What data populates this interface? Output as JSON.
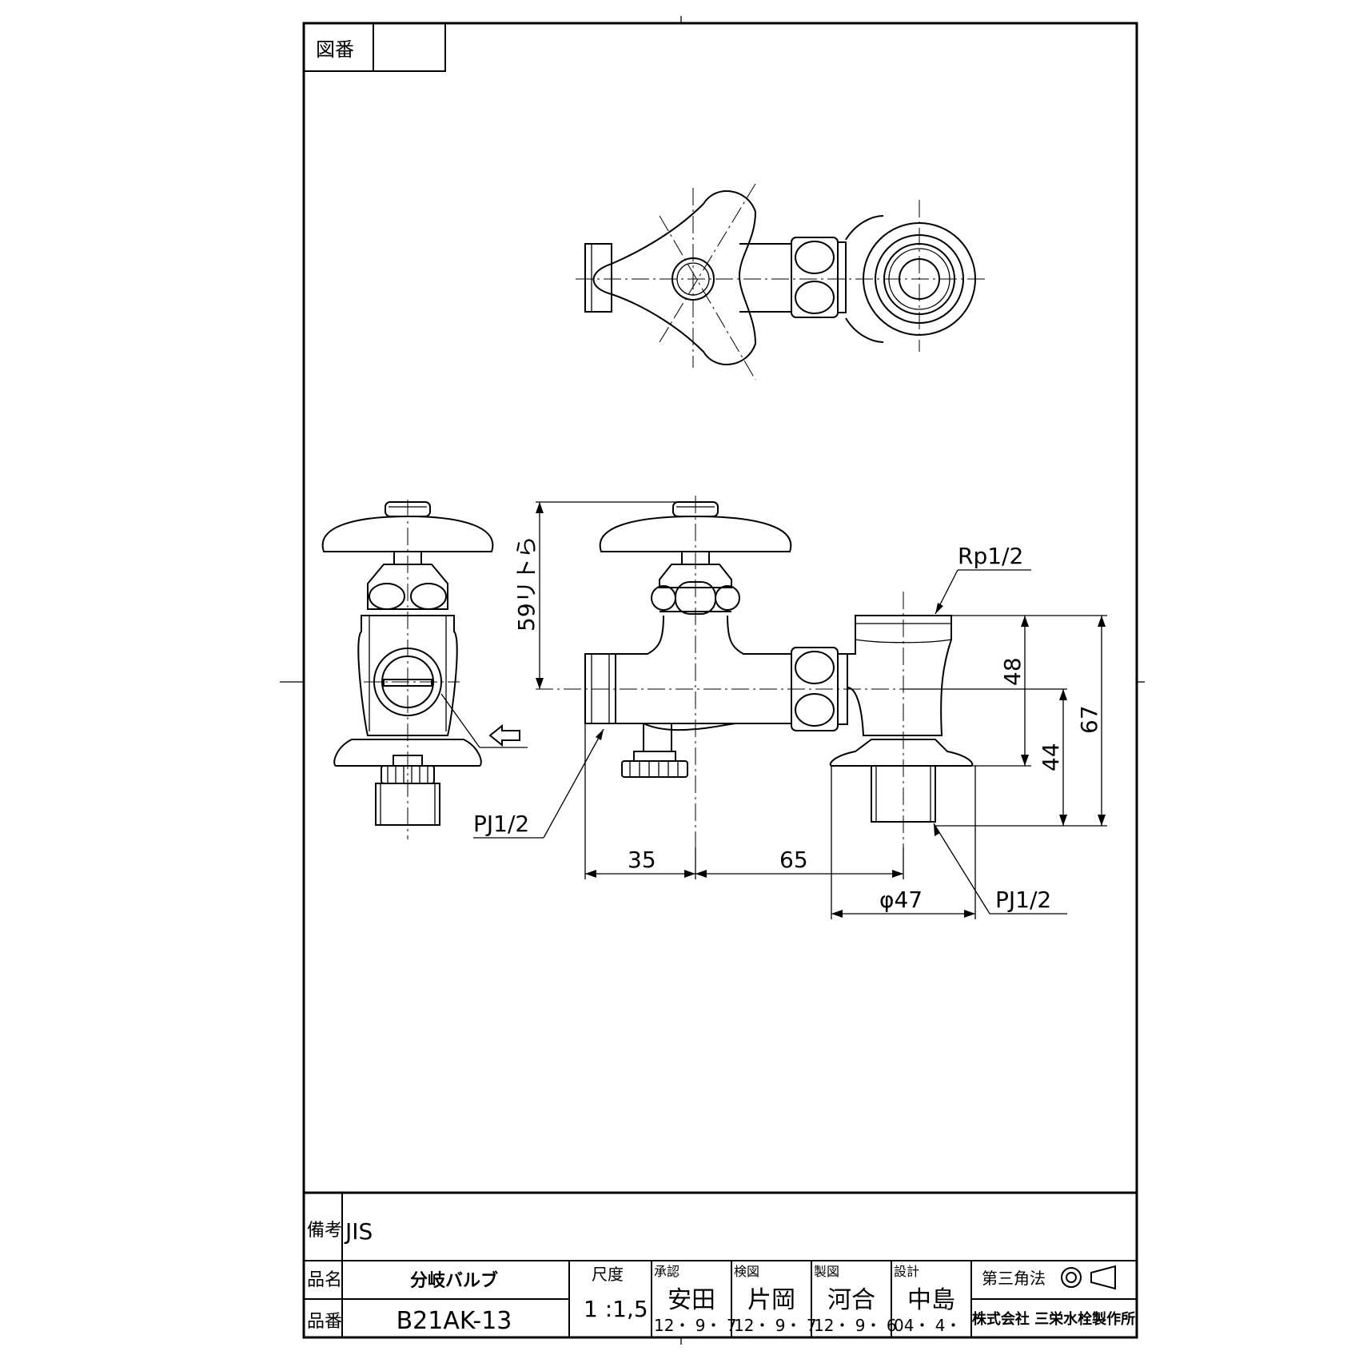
{
  "sheet": {
    "drawing_number_label": "図番",
    "drawing_number_value": ""
  },
  "dimensions": {
    "top_height": "59リトら",
    "thread_top": "Rp1/2",
    "thread_left": "PJ1/2",
    "thread_right": "PJ1/2",
    "d48": "48",
    "d44": "44",
    "d67": "67",
    "d35": "35",
    "d65": "65",
    "dia": "φ47"
  },
  "title_block": {
    "remarks_label": "備考",
    "remarks_value": "JIS",
    "product_name_label": "品名",
    "product_name_value": "分岐バルブ",
    "product_code_label": "品番",
    "product_code_value": "B21AK-13",
    "scale_label": "尺度",
    "scale_value": "1 :1,5",
    "approve_label": "承認",
    "approve_name": "安田",
    "approve_date": "12・ 9・ 7",
    "check_label": "検図",
    "check_name": "片岡",
    "check_date": "12・ 9・ 7",
    "draw_label": "製図",
    "draw_name": "河合",
    "draw_date": "12・ 9・ 6",
    "design_label": "設計",
    "design_name": "中島",
    "design_date": "04・ 4・",
    "projection_label": "第三角法",
    "company": "株式会社 三栄水栓製作所"
  },
  "colors": {
    "line": "#000000",
    "paper": "#ffffff"
  }
}
